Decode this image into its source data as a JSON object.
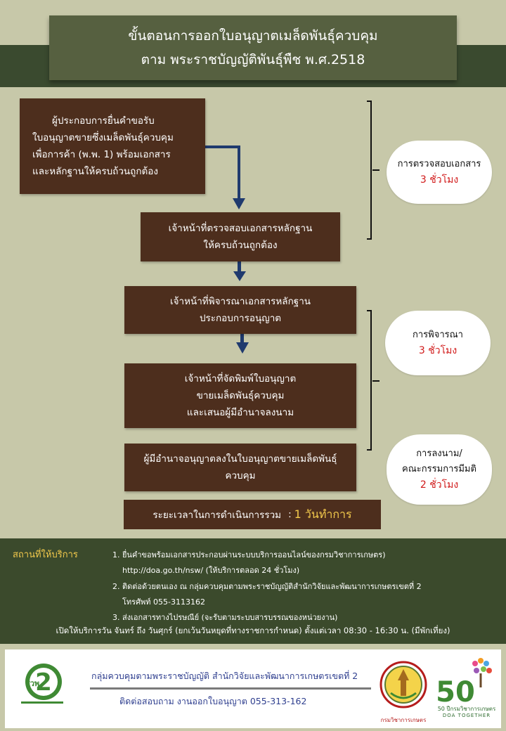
{
  "title": {
    "line1": "ขั้นตอนการออกใบอนุญาตเมล็ดพันธุ์ควบคุม",
    "line2": "ตาม พระราชบัญญัติพันธุ์พืช พ.ศ.2518"
  },
  "steps": [
    {
      "lines": [
        "ผู้ประกอบการยื่นคำขอรับ",
        "ใบอนุญาตขายซึ่งเมล็ดพันธุ์ควบคุม",
        "เพื่อการค้า (พ.พ. 1) พร้อมเอกสาร",
        "และหลักฐานให้ครบถ้วนถูกต้อง"
      ]
    },
    {
      "lines": [
        "เจ้าหน้าที่ตรวจสอบเอกสารหลักฐาน",
        "ให้ครบถ้วนถูกต้อง"
      ]
    },
    {
      "lines": [
        "เจ้าหน้าที่พิจารณาเอกสารหลักฐาน",
        "ประกอบการอนุญาต"
      ]
    },
    {
      "lines": [
        "เจ้าหน้าที่จัดพิมพ์ใบอนุญาต",
        "ขายเมล็ดพันธุ์ควบคุม",
        "และเสนอผู้มีอำนาจลงนาม"
      ]
    },
    {
      "lines": [
        "ผู้มีอำนาจอนุญาตลงในใบอนุญาตขายเมล็ดพันธุ์",
        "ควบคุม"
      ]
    }
  ],
  "durations": [
    {
      "label": "การตรวจสอบเอกสาร",
      "time": "3 ชั่วโมง"
    },
    {
      "label": "การพิจารณา",
      "time": "3 ชั่วโมง"
    },
    {
      "label_lines": [
        "การลงนาม/",
        "คณะกรรมการมีมติ"
      ],
      "time": "2 ชั่วโมง"
    }
  ],
  "total": {
    "label": "ระยะเวลาในการดำเนินการรวม",
    "separator": ":",
    "value": "1 วันทำการ"
  },
  "service": {
    "label": "สถานที่ให้บริการ",
    "lines": [
      "1. ยื่นคำขอพร้อมเอกสารประกอบผ่านระบบบริการออนไลน์ของกรมวิชาการเกษตร)",
      "http://doa.go.th/nsw/ (ให้บริการตลอด 24 ชั่วโมง)",
      "2. ติดต่อด้วยตนเอง ณ กลุ่มควบคุมตามพระราชบัญญัติสำนักวิจัยและพัฒนาการเกษตรเขตที่ 2",
      "โทรศัพท์ 055-3113162",
      "3. ส่งเอกสารทางไปรษณีย์ (จะรับตามระบบสารบรรณของหน่วยงาน)"
    ],
    "hours": "เปิดให้บริการวัน จันทร์ ถึง วันศุกร์ (ยกเว้นวันหยุดที่ทางราชการกำหนด) ตั้งแต่เวลา 08:30 - 16:30 น. (มีพักเที่ยง)"
  },
  "footer": {
    "org": "กลุ่มควบคุมตามพระราชบัญญัติ สำนักวิจัยและพัฒนาการเกษตรเขตที่ 2",
    "contact": "ติดต่อสอบถาม งานออกใบอนุญาต   055-313-162",
    "logo_left_text": "สวพ.",
    "logo_left_number": "2",
    "logo_doa_caption": "กรมวิชาการเกษตร",
    "logo_50_number": "50",
    "logo_50_caption": "50 ปีกรมวิชาการเกษตร",
    "logo_50_tagline": "DOA TOGETHER"
  },
  "colors": {
    "background": "#c7c8a9",
    "step_box": "#4d2e1d",
    "title_box": "#566040",
    "title_band": "#3a4a2f",
    "arrow": "#1f3a6e",
    "duration_text": "#d11a1a",
    "total_value": "#f2c94c",
    "footer_text": "#2f3f8f"
  }
}
